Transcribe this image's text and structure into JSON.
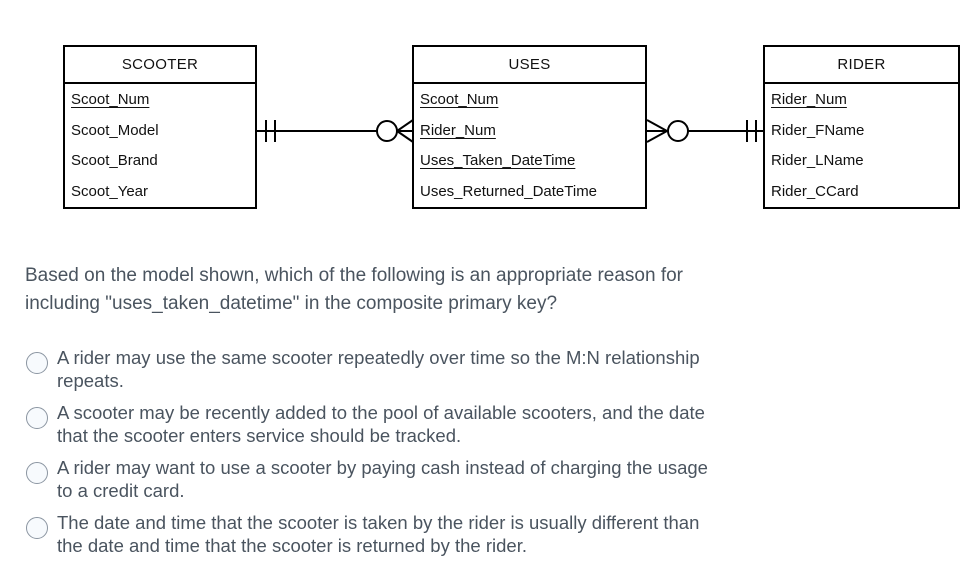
{
  "colors": {
    "question_text": "#4a545f",
    "radio_border": "#8b95a1",
    "radio_fill": "#f7fafd",
    "diagram_line": "#000000"
  },
  "diagram": {
    "entities": [
      {
        "title": "SCOOTER",
        "fields": [
          {
            "text": "Scoot_Num",
            "pk": true
          },
          {
            "text": "Scoot_Model",
            "pk": false
          },
          {
            "text": "Scoot_Brand",
            "pk": false
          },
          {
            "text": "Scoot_Year",
            "pk": false
          }
        ]
      },
      {
        "title": "USES",
        "fields": [
          {
            "text": "Scoot_Num",
            "pk": true
          },
          {
            "text": "Rider_Num",
            "pk": true
          },
          {
            "text": "Uses_Taken_DateTime",
            "pk": true
          },
          {
            "text": "Uses_Returned_DateTime",
            "pk": false
          }
        ]
      },
      {
        "title": "RIDER",
        "fields": [
          {
            "text": "Rider_Num",
            "pk": true
          },
          {
            "text": "Rider_FName",
            "pk": false
          },
          {
            "text": "Rider_LName",
            "pk": false
          },
          {
            "text": "Rider_CCard",
            "pk": false
          }
        ]
      }
    ],
    "connectors": [
      {
        "between": [
          "SCOOTER",
          "USES"
        ],
        "scooter_end": "one-and-only-one",
        "uses_end": "zero-or-many"
      },
      {
        "between": [
          "USES",
          "RIDER"
        ],
        "uses_end": "zero-or-many",
        "rider_end": "one-and-only-one"
      }
    ]
  },
  "question": {
    "lines": [
      "Based on the model shown, which of the following is an appropriate reason for",
      "including \"uses_taken_datetime\" in the composite primary key?"
    ]
  },
  "options": [
    {
      "lines": [
        "A rider may use the same scooter repeatedly over time so the M:N relationship",
        "repeats."
      ]
    },
    {
      "lines": [
        "A scooter may be recently added to the pool of available scooters, and the date",
        "that the scooter enters service should be tracked."
      ]
    },
    {
      "lines": [
        "A rider may want to use a scooter by paying cash instead of charging the usage",
        "to a credit card."
      ]
    },
    {
      "lines": [
        "The date and time that the scooter is taken by the rider is usually different than",
        "the date and time that the scooter is returned by the rider."
      ]
    }
  ]
}
